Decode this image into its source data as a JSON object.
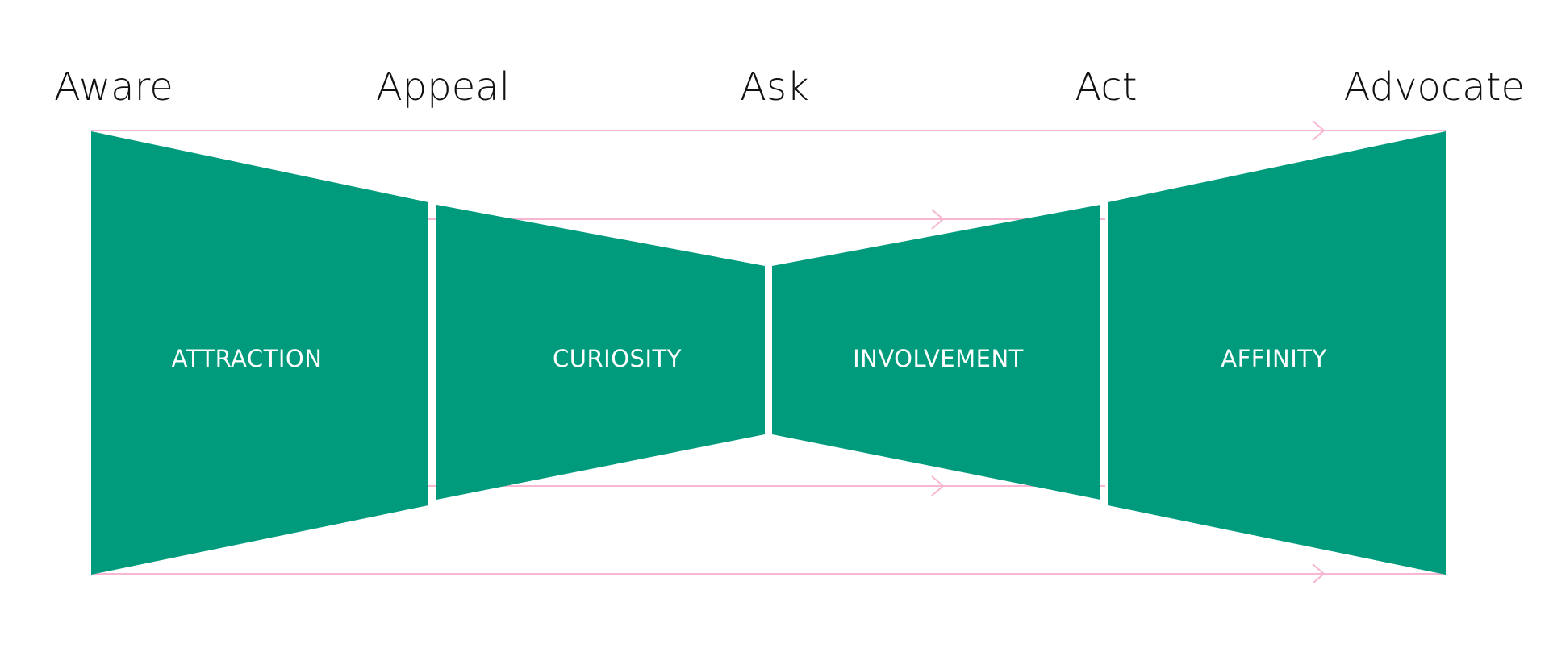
{
  "stages": [
    {
      "label": "Aware"
    },
    {
      "label": "Appeal"
    },
    {
      "label": "Ask"
    },
    {
      "label": "Act"
    },
    {
      "label": "Advocate"
    }
  ],
  "segments": [
    {
      "label": "ATTRACTION"
    },
    {
      "label": "CURIOSITY"
    },
    {
      "label": "INVOLVEMENT"
    },
    {
      "label": "AFFINITY"
    }
  ],
  "colors": {
    "segment_fill": "#009B7D",
    "flow_line": "#F7B6D2",
    "stage_text": "#111111",
    "segment_text": "#FFFFFF",
    "background": "#FFFFFF"
  }
}
